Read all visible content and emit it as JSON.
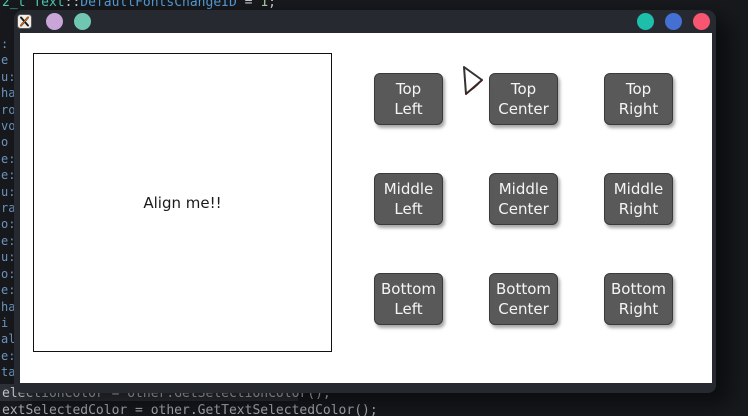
{
  "editor": {
    "top_line_tokens": [
      "2_t ",
      "Text",
      "::",
      "DefaultFontsChangeID",
      " = ",
      "1",
      ";"
    ],
    "left_fragments": [
      ":",
      "e",
      "u:",
      "ha",
      "ro",
      "vo",
      "o",
      "e:",
      "e:",
      "u:",
      "ra",
      "o:",
      "e:",
      "u:",
      "o:",
      "e:",
      "ha",
      "i",
      "al",
      "e:",
      "ta",
      "no"
    ],
    "bottom_line_1": "electionColor = other.GetSelectionColor();",
    "bottom_line_2": "extSelectedColor = other.GetTextSelectedColor();"
  },
  "window": {
    "titlebar": {
      "app_icon": "x11-app-icon",
      "left_dots": [
        {
          "name": "purple-dot",
          "color": "#c9a5d8"
        },
        {
          "name": "mint-dot",
          "color": "#6fc7b1"
        }
      ],
      "right_dots": [
        {
          "name": "teal-dot",
          "color": "#1dbfab"
        },
        {
          "name": "blue-dot",
          "color": "#4470d4"
        },
        {
          "name": "red-dot",
          "color": "#f85570"
        }
      ]
    },
    "align_box_label": "Align me!!",
    "buttons": [
      {
        "line1": "Top",
        "line2": "Left"
      },
      {
        "line1": "Top",
        "line2": "Center"
      },
      {
        "line1": "Top",
        "line2": "Right"
      },
      {
        "line1": "Middle",
        "line2": "Left"
      },
      {
        "line1": "Middle",
        "line2": "Center"
      },
      {
        "line1": "Middle",
        "line2": "Right"
      },
      {
        "line1": "Bottom",
        "line2": "Left"
      },
      {
        "line1": "Bottom",
        "line2": "Center"
      },
      {
        "line1": "Bottom",
        "line2": "Right"
      }
    ],
    "cursor_icon": "triangle-cursor"
  },
  "colors": {
    "button_bg": "#595959",
    "window_frame": "#262a30",
    "editor_bg": "#17191d",
    "cursor_red": "#cc2a1e"
  }
}
